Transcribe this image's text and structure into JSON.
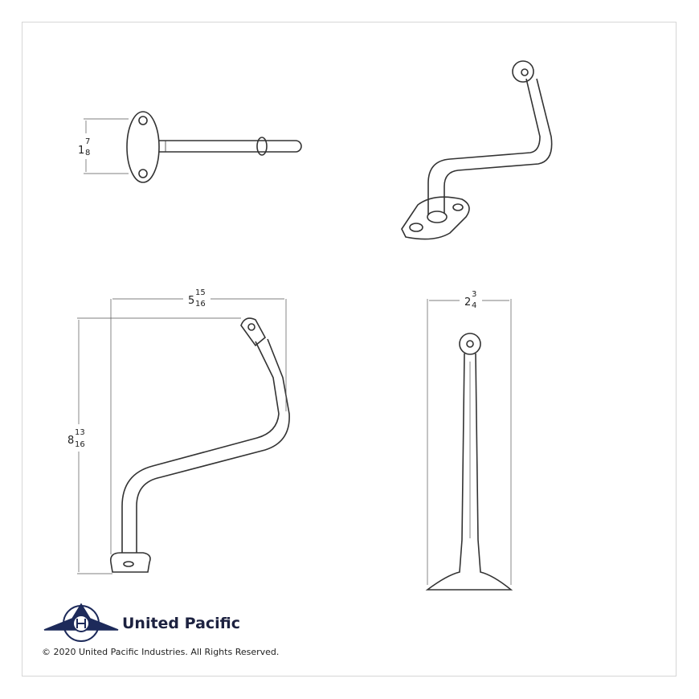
{
  "dimensions": {
    "top_left_height": {
      "whole": "1",
      "num": "7",
      "den": "8"
    },
    "bottom_left_width": {
      "whole": "5",
      "num": "15",
      "den": "16"
    },
    "bottom_left_height": {
      "whole": "8",
      "num": "13",
      "den": "16"
    },
    "bottom_right_width": {
      "whole": "2",
      "num": "3",
      "den": "4"
    }
  },
  "brand": {
    "name": "United Pacific",
    "logo_color": "#1d2a5a"
  },
  "copyright": "© 2020 United Pacific Industries. All Rights Reserved."
}
